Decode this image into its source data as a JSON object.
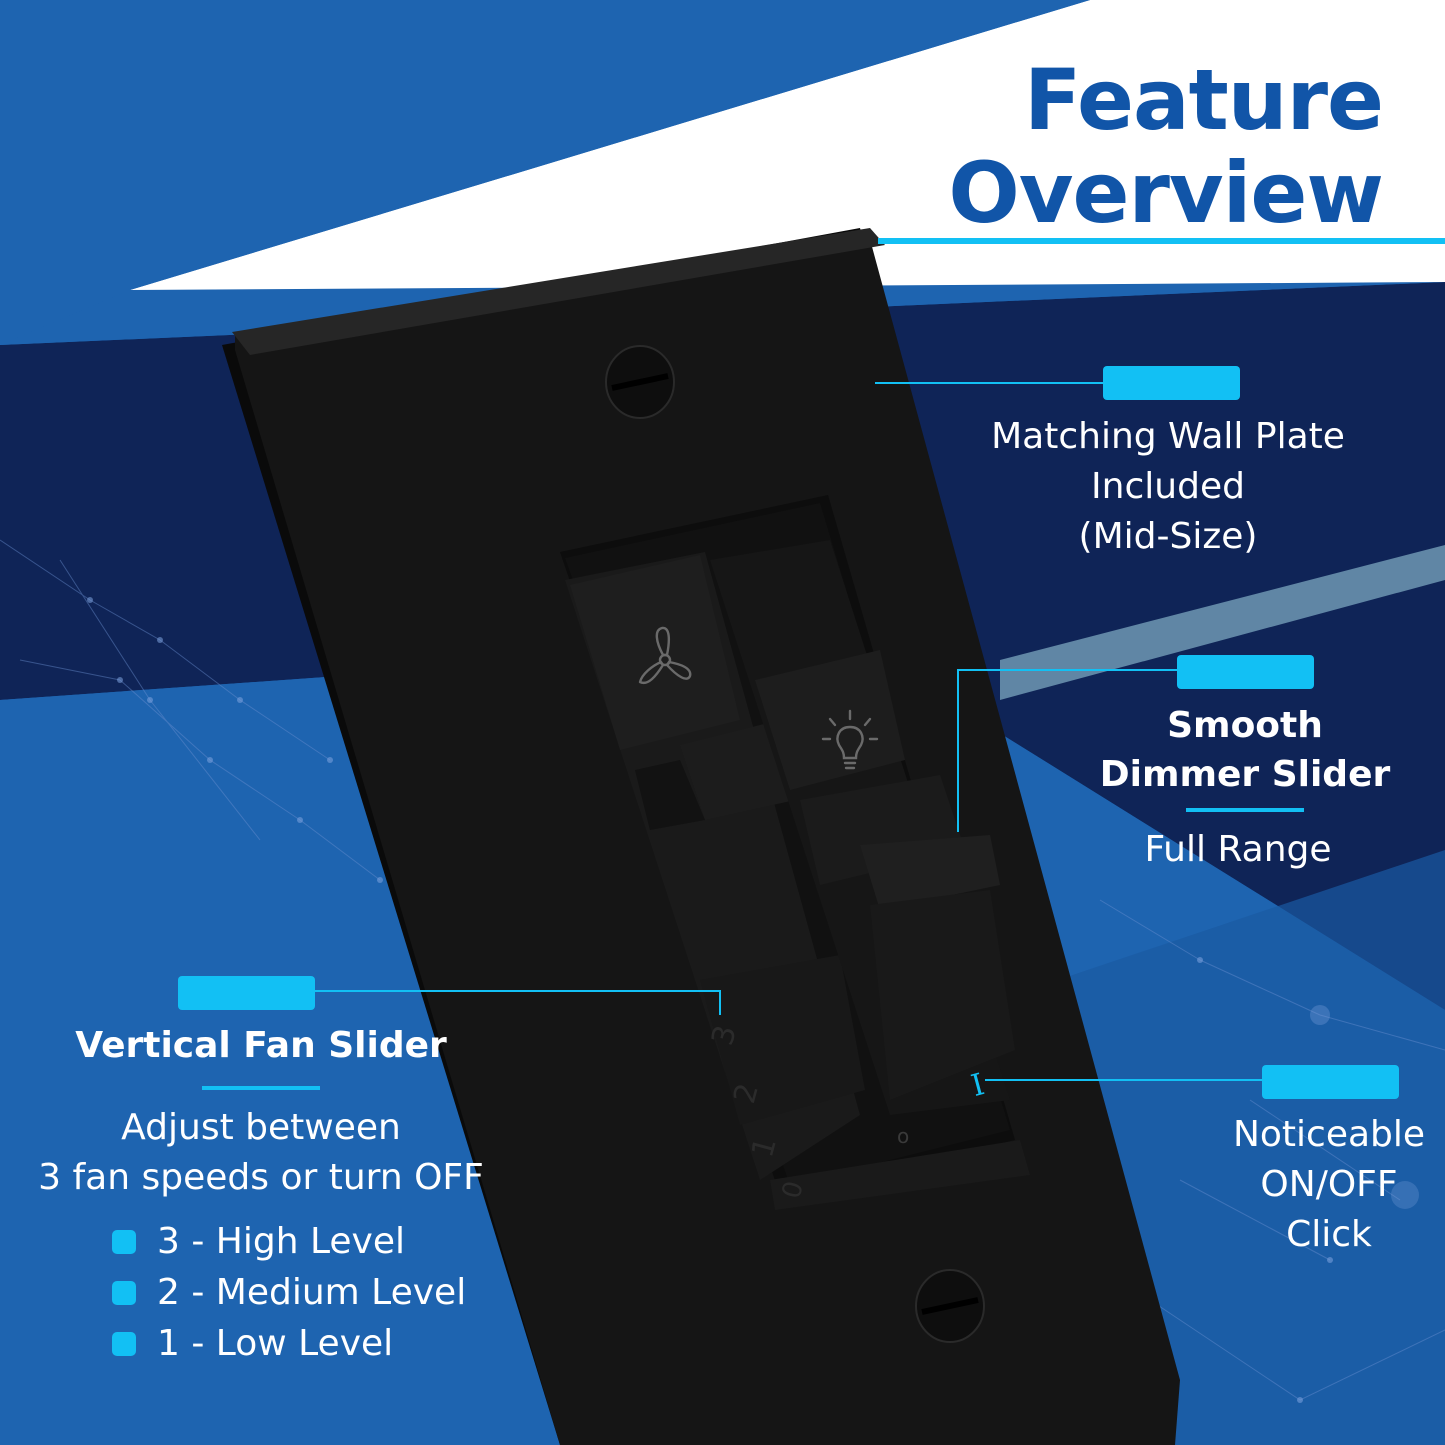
{
  "title": {
    "line1": "Feature",
    "line2": "Overview"
  },
  "callouts": {
    "wall_plate": {
      "line1": "Matching Wall Plate",
      "line2": "Included",
      "line3": "(Mid-Size)"
    },
    "dimmer": {
      "heading_line1": "Smooth",
      "heading_line2": "Dimmer Slider",
      "sub": "Full Range"
    },
    "fan": {
      "heading": "Vertical Fan Slider",
      "desc_line1": "Adjust between",
      "desc_line2": "3 fan speeds or turn OFF",
      "levels": [
        "3 - High Level",
        "2 - Medium Level",
        "1 - Low Level"
      ]
    },
    "onoff": {
      "line1": "Noticeable",
      "line2": "ON/OFF",
      "line3": "Click"
    }
  },
  "switch_marks": {
    "speed_3": "3",
    "speed_2": "2",
    "speed_1": "1",
    "speed_0": "0",
    "dimmer_on": "I",
    "dimmer_off": "o"
  },
  "colors": {
    "accent": "#12c0f4",
    "title": "#1155a8",
    "navy": "#0f2457",
    "blue": "#1e64b0",
    "plate": "#151515"
  },
  "icons": [
    "fan-icon",
    "light-bulb-icon"
  ]
}
